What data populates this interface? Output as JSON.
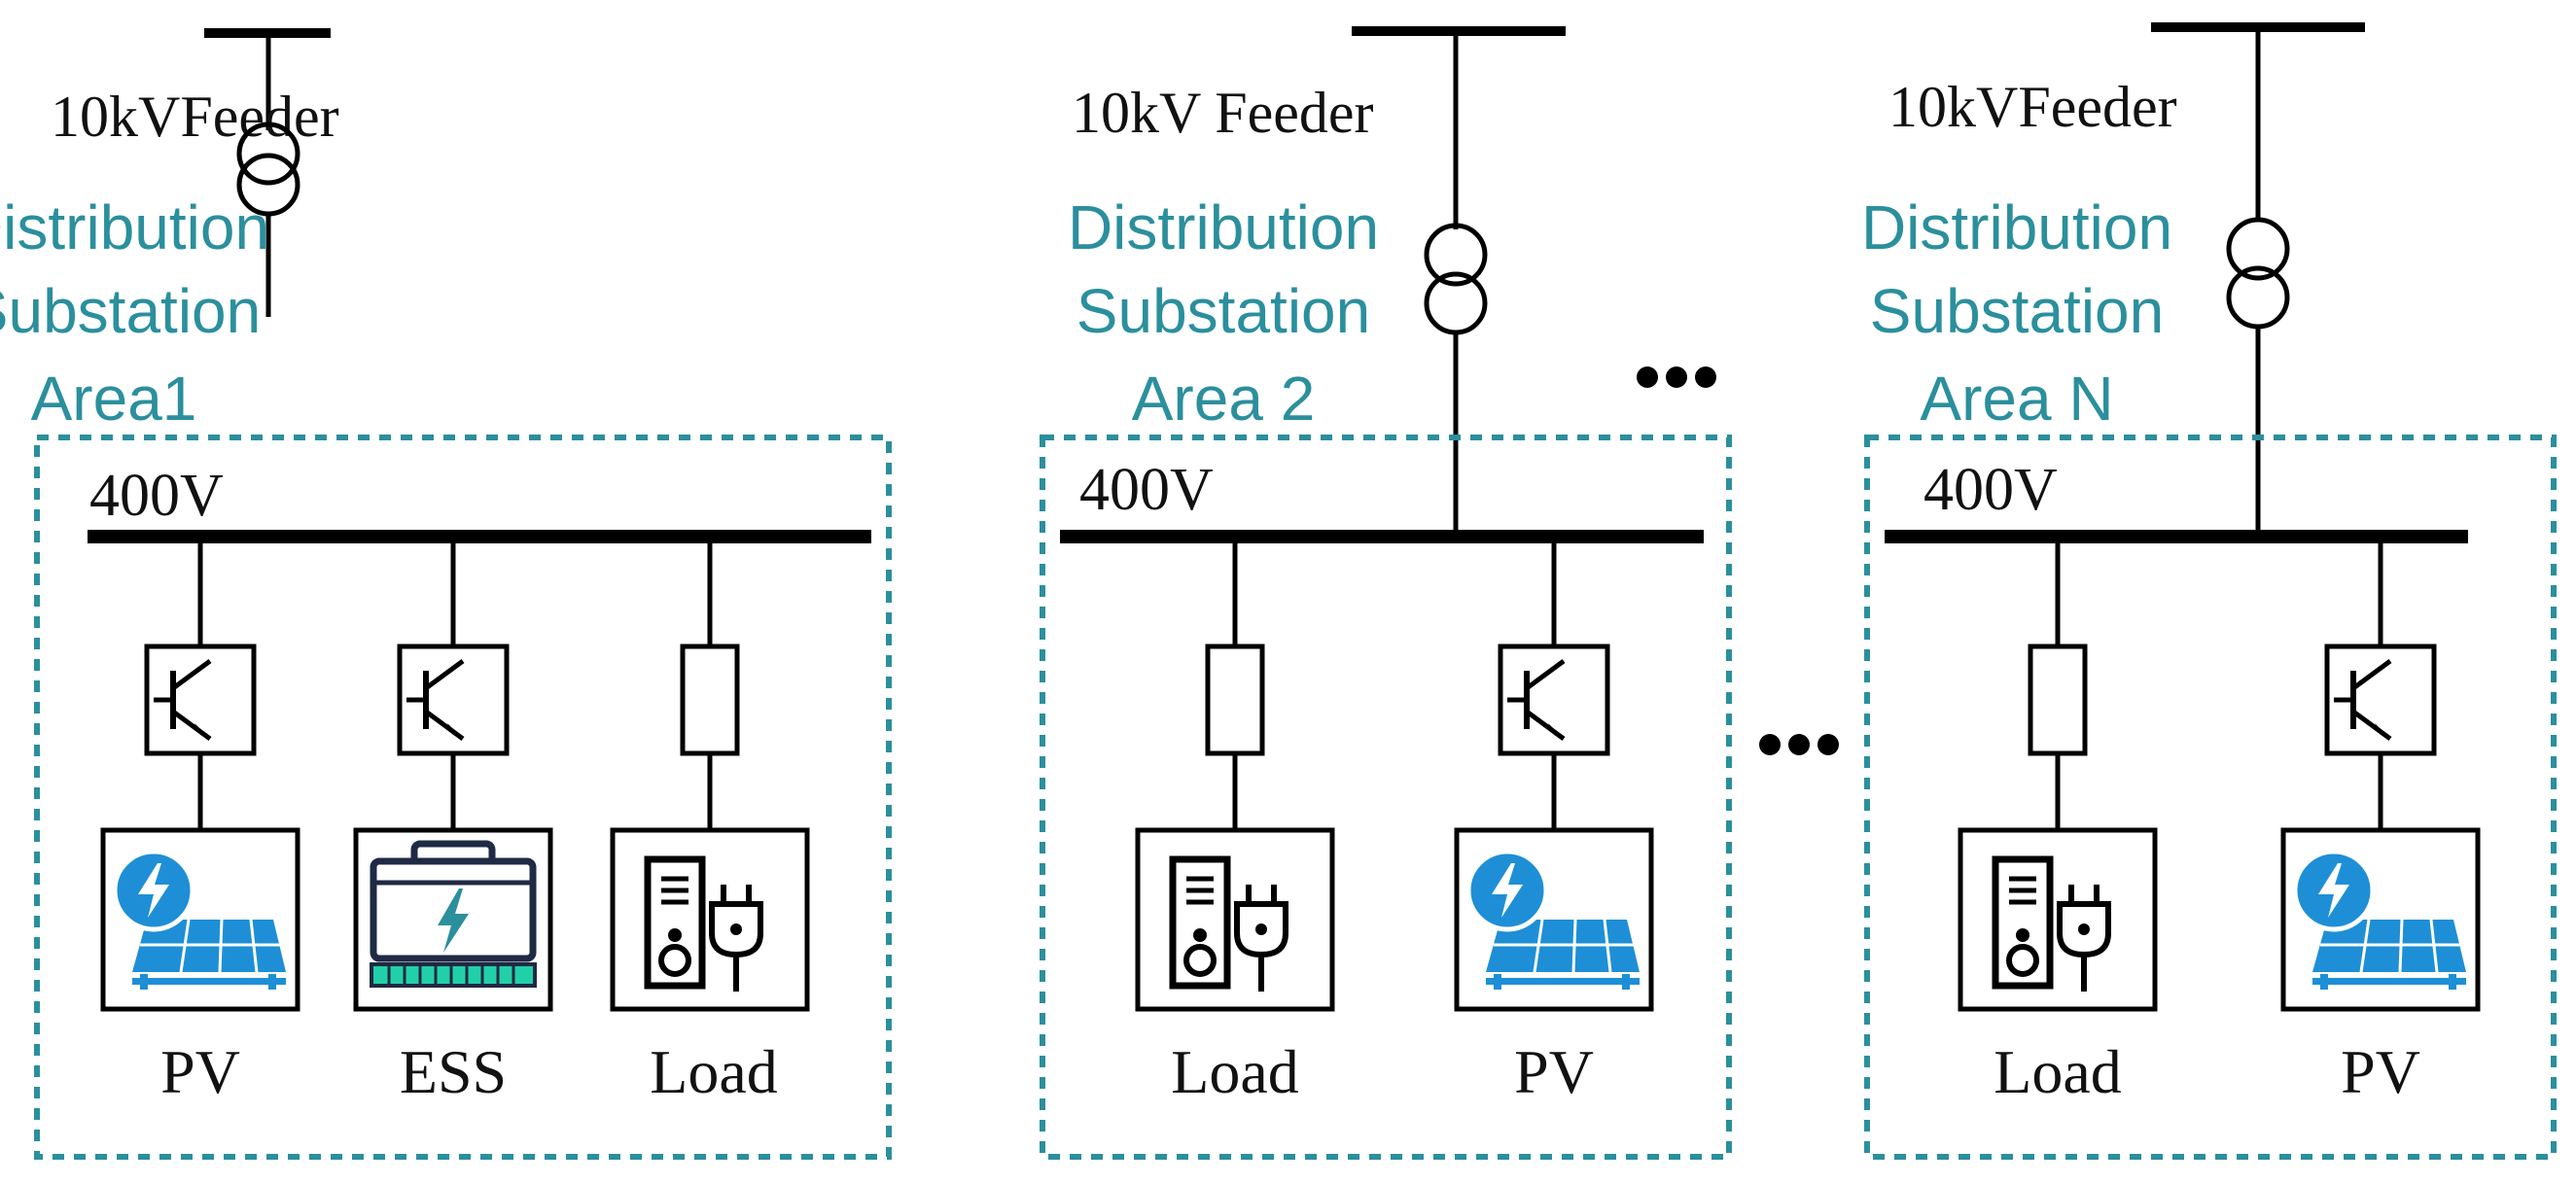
{
  "colors": {
    "line": "#000000",
    "accent": "#2b8f9d",
    "pv_blue": "#1e8fd6",
    "ess_dark": "#1f2a44",
    "ess_green": "#21d0a8",
    "ess_bolt": "#2b8f9d"
  },
  "areas": [
    {
      "feeder": "10kVFeeder",
      "title_line1": "Distribution",
      "title_line2": "Substation",
      "title_line3": "Area1",
      "bus_voltage": "400V",
      "branches": [
        {
          "converter": "transistor-icon",
          "device": "pv-panel-icon",
          "label": "PV"
        },
        {
          "converter": "transistor-icon",
          "device": "battery-icon",
          "label": "ESS"
        },
        {
          "converter": "resistor-icon",
          "device": "load-plug-icon",
          "label": "Load"
        }
      ]
    },
    {
      "feeder": "10kV Feeder",
      "title_line1": "Distribution",
      "title_line2": "Substation",
      "title_line3": "Area 2",
      "bus_voltage": "400V",
      "branches": [
        {
          "converter": "resistor-icon",
          "device": "load-plug-icon",
          "label": "Load"
        },
        {
          "converter": "transistor-icon",
          "device": "pv-panel-icon",
          "label": "PV"
        }
      ]
    },
    {
      "feeder": "10kVFeeder",
      "title_line1": "Distribution",
      "title_line2": "Substation",
      "title_line3": "Area N",
      "bus_voltage": "400V",
      "branches": [
        {
          "converter": "resistor-icon",
          "device": "load-plug-icon",
          "label": "Load"
        },
        {
          "converter": "transistor-icon",
          "device": "pv-panel-icon",
          "label": "PV"
        }
      ]
    }
  ],
  "ellipsis_icons": [
    "ellipsis-icon",
    "ellipsis-icon"
  ]
}
